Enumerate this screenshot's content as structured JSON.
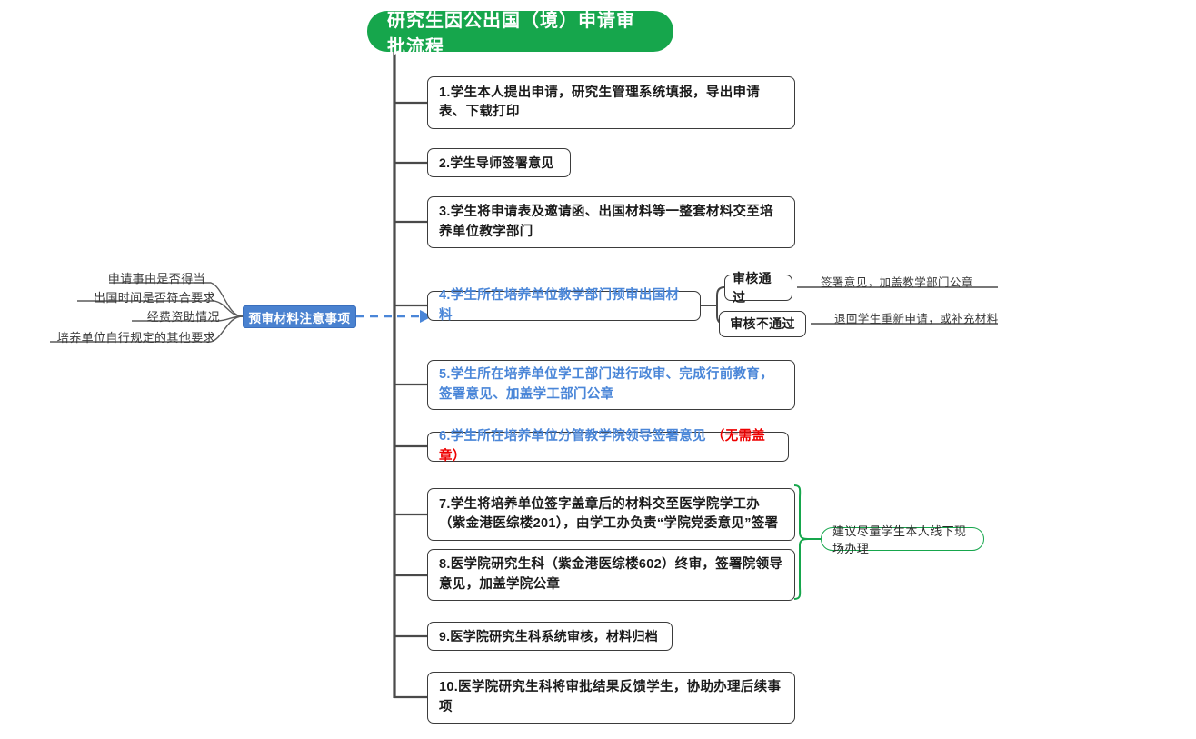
{
  "title": "研究生因公出国（境）申请审批流程",
  "colors": {
    "root_green": "#16a64c",
    "node_border": "#3b3b3b",
    "blue_text": "#4a86d8",
    "attn_blue": "#4a82d0",
    "red_text": "#ee0000",
    "green_note": "#16a64c",
    "trunk_gray": "#4a4a4a"
  },
  "steps": [
    {
      "id": 1,
      "text": "1.学生本人提出申请，研究生管理系统填报，导出申请表、下载打印",
      "style": "dark"
    },
    {
      "id": 2,
      "text": "2.学生导师签署意见",
      "style": "dark"
    },
    {
      "id": 3,
      "text": "3.学生将申请表及邀请函、出国材料等一整套材料交至培养单位教学部门",
      "style": "dark"
    },
    {
      "id": 4,
      "text": "4.学生所在培养单位教学部门预审出国材料",
      "style": "blue"
    },
    {
      "id": 5,
      "text": "5.学生所在培养单位学工部门进行政审、完成行前教育，签署意见、加盖学工部门公章",
      "style": "blue"
    },
    {
      "id": 6,
      "text": "6.学生所在培养单位分管教学院领导签署意见",
      "style": "blue",
      "suffix": "（无需盖章）"
    },
    {
      "id": 7,
      "text": "7.学生将培养单位签字盖章后的材料交至医学院学工办（紫金港医综楼201），由学工办负责“学院党委意见”签署",
      "style": "dark"
    },
    {
      "id": 8,
      "text": "8.医学院研究生科（紫金港医综楼602）终审，签署院领导意见，加盖学院公章",
      "style": "dark"
    },
    {
      "id": 9,
      "text": "9.医学院研究生科系统审核，材料归档",
      "style": "dark"
    },
    {
      "id": 10,
      "text": "10.医学院研究生科将审批结果反馈学生，协助办理后续事项",
      "style": "dark"
    }
  ],
  "review_outcomes": [
    {
      "label": "审核通过",
      "note": "签署意见，加盖教学部门公章"
    },
    {
      "label": "审核不通过",
      "note": "退回学生重新申请，或补充材料"
    }
  ],
  "attention": {
    "label": "预审材料注意事项",
    "items": [
      "申请事由是否得当",
      "出国时间是否符合要求",
      "经费资助情况",
      "培养单位自行规定的其他要求"
    ]
  },
  "green_note": "建议尽量学生本人线下现场办理"
}
